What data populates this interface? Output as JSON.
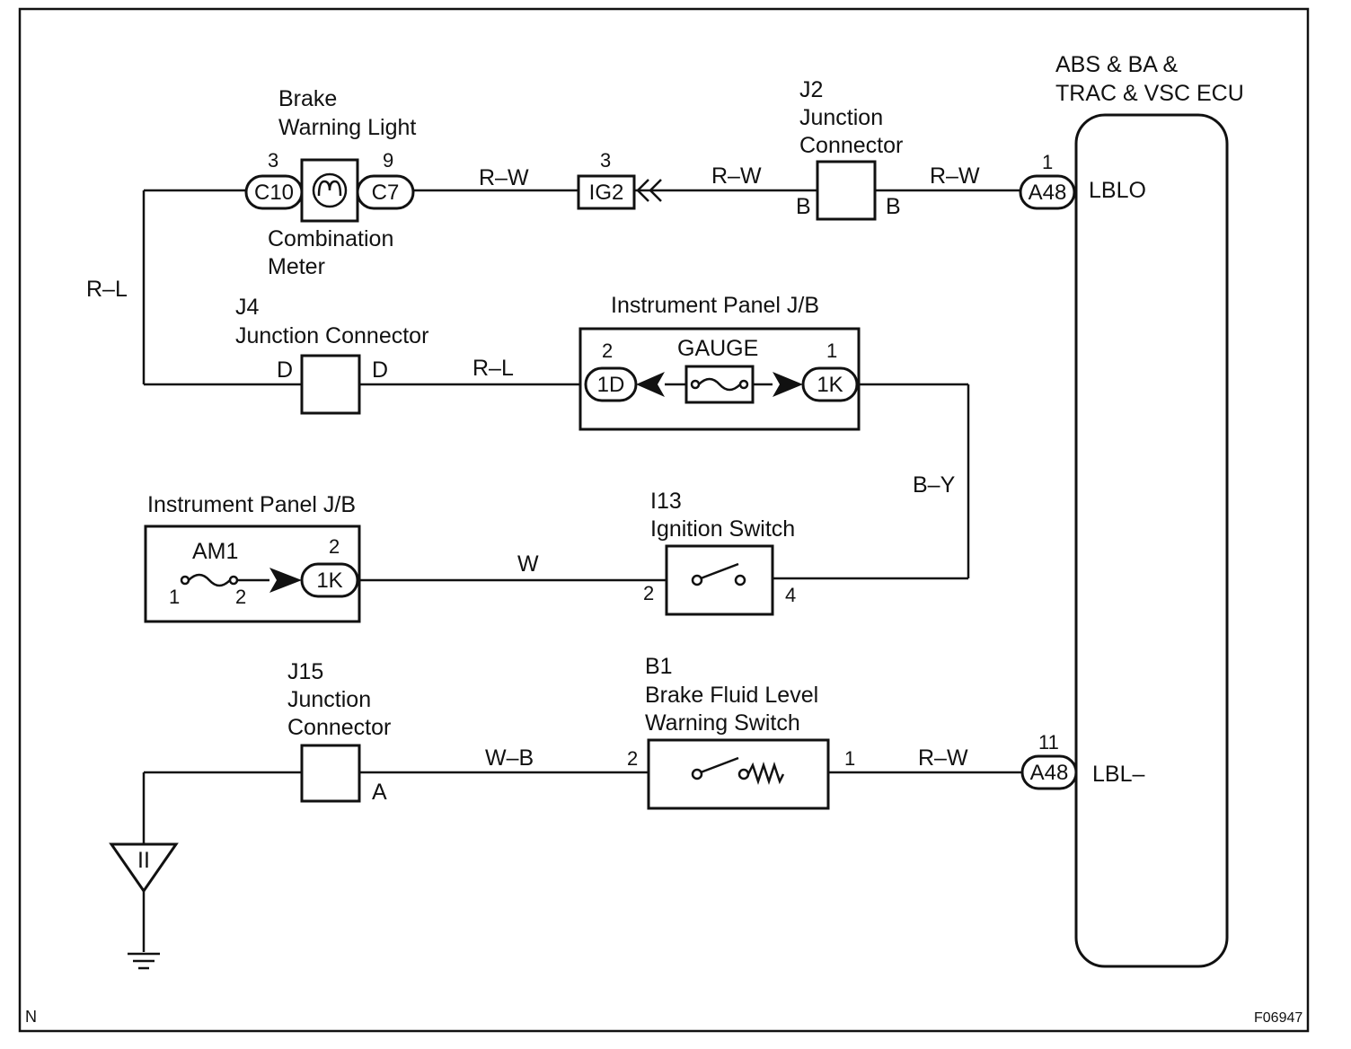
{
  "ecu": {
    "title_line1": "ABS & BA &",
    "title_line2": "TRAC & VSC ECU",
    "pin_lblo_label": "LBLO",
    "pin_lbl_label": "LBL–"
  },
  "brake_light": {
    "title_line1": "Brake",
    "title_line2": "Warning Light",
    "pin_left": "3",
    "pin_right": "9",
    "conn_left": "C10",
    "conn_right": "C7",
    "meter_line1": "Combination",
    "meter_line2": "Meter"
  },
  "ig2": {
    "pin": "3",
    "label": "IG2"
  },
  "j2": {
    "line1": "J2",
    "line2": "Junction",
    "line3": "Connector",
    "left": "B",
    "right": "B"
  },
  "a48_top": {
    "pin": "1",
    "label": "A48"
  },
  "a48_bottom": {
    "pin": "11",
    "label": "A48"
  },
  "wires": {
    "rw1": "R–W",
    "rw2": "R–W",
    "rw3": "R–W",
    "rw4": "R–W",
    "rl_vertical": "R–L",
    "rl_mid": "R–L",
    "by": "B–Y",
    "w": "W",
    "wb": "W–B"
  },
  "j4": {
    "line1": "J4",
    "line2": "Junction Connector",
    "left": "D",
    "right": "D"
  },
  "ip_jb_top": {
    "title": "Instrument Panel J/B",
    "fuse": "GAUGE",
    "pin_left": "2",
    "pin_right": "1",
    "conn_left": "1D",
    "conn_right": "1K"
  },
  "ip_jb_left": {
    "title": "Instrument Panel J/B",
    "fuse": "AM1",
    "fuse_pin_left": "1",
    "fuse_pin_right": "2",
    "pin": "2",
    "conn": "1K"
  },
  "ignition": {
    "line1": "I13",
    "line2": "Ignition Switch",
    "pin_left": "2",
    "pin_right": "4"
  },
  "j15": {
    "line1": "J15",
    "line2": "Junction",
    "line3": "Connector",
    "right": "A"
  },
  "brake_fluid": {
    "line1": "B1",
    "line2": "Brake Fluid Level",
    "line3": "Warning Switch",
    "pin_left": "2",
    "pin_right": "1"
  },
  "ground_symbol": "II",
  "footer": {
    "left": "N",
    "right": "F06947"
  }
}
